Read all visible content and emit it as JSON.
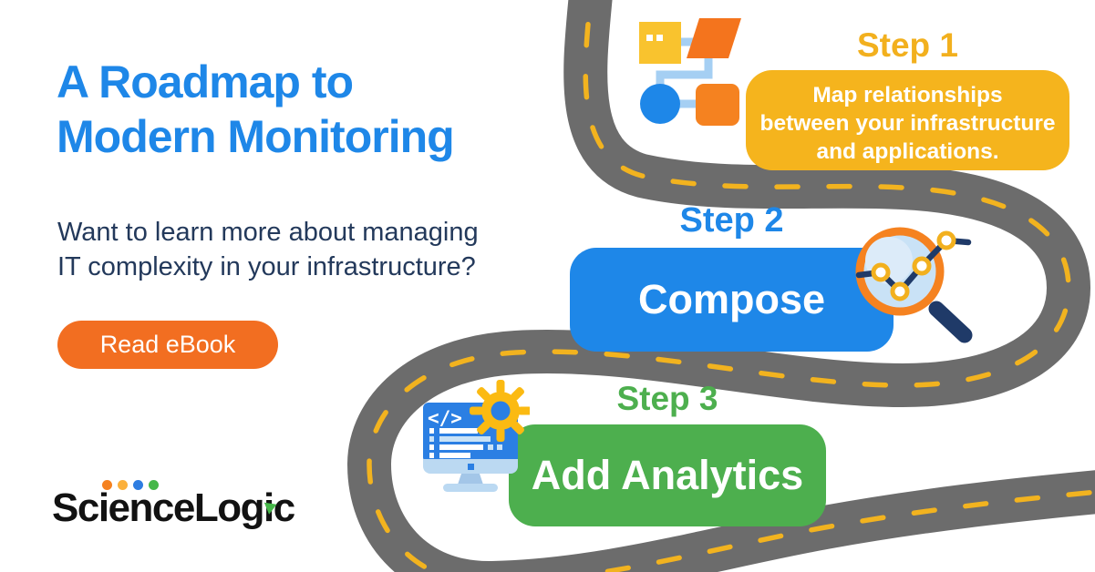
{
  "palette": {
    "blue": "#1E87E8",
    "navy": "#23395B",
    "gold": "#F2B01E",
    "goldbox": "#F5B41D",
    "green": "#4DAF4E",
    "orange": "#F26E21",
    "road": "#6C6C6C",
    "dash": "#F2B31F",
    "ink": "#121212",
    "lightblue": "#A5CFF3",
    "softblue": "#BBD9F2",
    "lens": "#C9E2F6",
    "lenshi": "#DCEBF9",
    "navyicon": "#1F3A68",
    "iconorange": "#F58220",
    "iconorange2": "#F4741D",
    "fcyellow": "#F9C32E",
    "screenblue": "#2B7FE3",
    "standblue": "#A3C6E8",
    "gear": "#FBBA12",
    "dotring": "#F2B01E",
    "dot1": "#F58220",
    "dot2": "#FBB03B",
    "dot3": "#2E7DE1",
    "dot4": "#46B749"
  },
  "title": {
    "line1": "A Roadmap to",
    "line2": "Modern Monitoring"
  },
  "intro": {
    "line1": "Want to learn more about managing",
    "line2": "IT complexity in your infrastructure?"
  },
  "cta": {
    "label": "Read eBook"
  },
  "logo": {
    "text": "ScienceLogic"
  },
  "steps": [
    {
      "label": "Step 1",
      "icon": "flowchart-icon",
      "lines": [
        "Map relationships",
        "between your infrastructure",
        "and applications."
      ]
    },
    {
      "label": "Step 2",
      "icon": "magnifier-chart-icon",
      "text": "Compose"
    },
    {
      "label": "Step 3",
      "icon": "code-monitor-icon",
      "text": "Add Analytics"
    }
  ],
  "monitor_icon_code_glyph": "</>"
}
